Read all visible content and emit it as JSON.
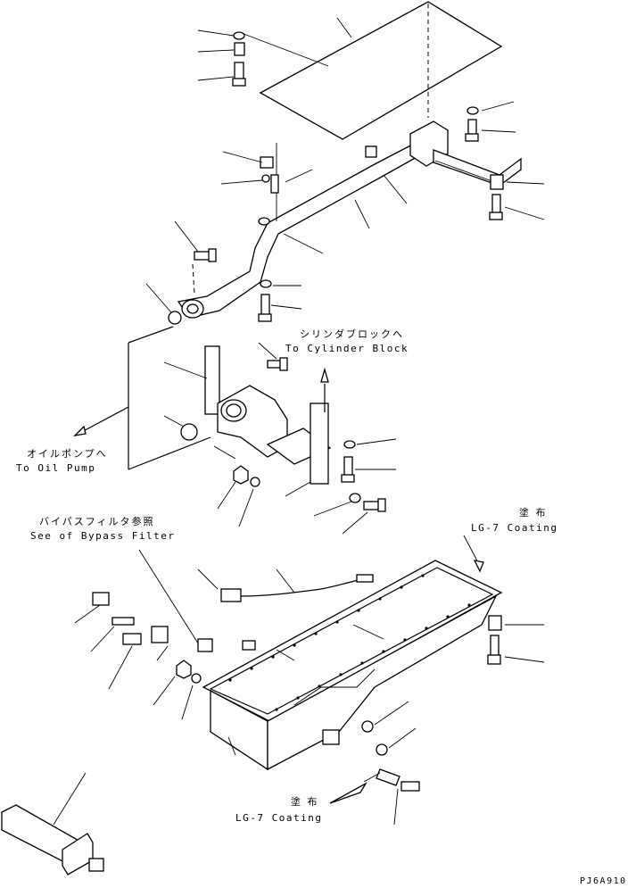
{
  "labels": {
    "cylinder_block_jp": "シリンダブロックへ",
    "cylinder_block_en": "To Cylinder Block",
    "oil_pump_jp": "オイルポンプへ",
    "oil_pump_en": "To Oil Pump",
    "bypass_jp": "バイパスフィルタ参照",
    "bypass_en": "See of Bypass Filter",
    "coating_top_jp": "塗 布",
    "coating_top_en": "LG-7 Coating",
    "coating_bottom_jp": "塗 布",
    "coating_bottom_en": "LG-7 Coating",
    "drawing_code": "PJ6A910"
  }
}
